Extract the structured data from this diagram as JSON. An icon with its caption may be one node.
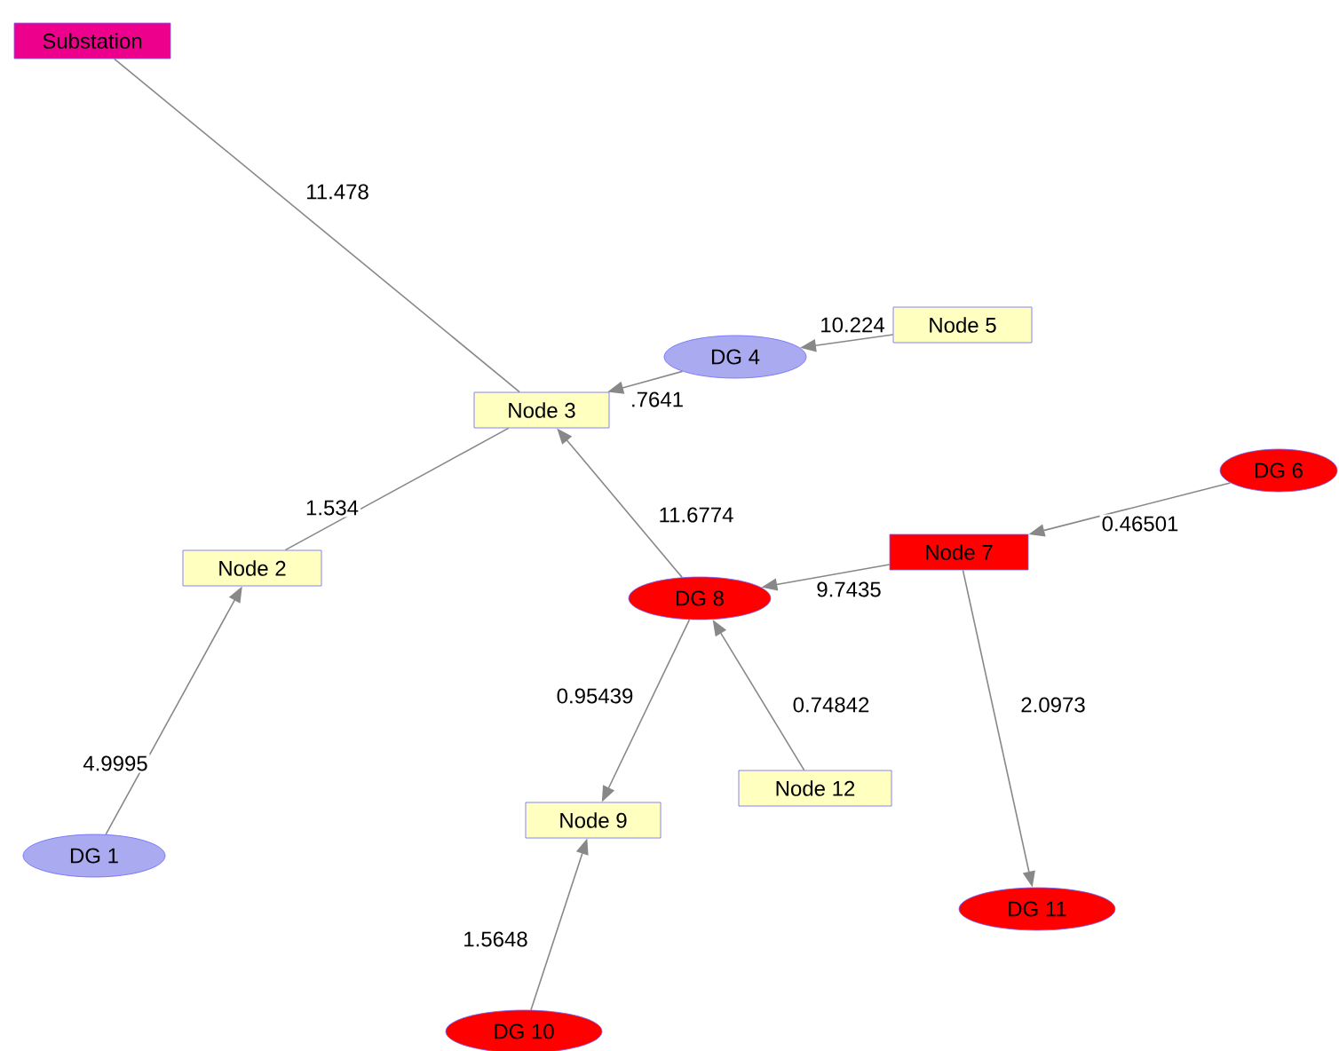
{
  "diagram": {
    "nodes": [
      {
        "text": [
          "Substation"
        ]
      },
      {
        "text": [
          "Node 3"
        ]
      },
      {
        "text": [
          "DG 4"
        ]
      },
      {
        "text": [
          "Node 5"
        ]
      },
      {
        "text": [
          "Node 2"
        ]
      },
      {
        "text": [
          "DG 6"
        ]
      },
      {
        "text": [
          "Node 7"
        ]
      },
      {
        "text": [
          "DG 8"
        ]
      },
      {
        "text": [
          "Node 12"
        ]
      },
      {
        "text": [
          "Node 9"
        ]
      },
      {
        "text": [
          "DG 1"
        ]
      },
      {
        "text": [
          "DG 11"
        ]
      },
      {
        "text": [
          "DG 10"
        ]
      }
    ],
    "edges": [
      {
        "from": 0,
        "to": 1,
        "arrow": "none",
        "label": "11.478"
      },
      {
        "from": 4,
        "to": 1,
        "arrow": "none",
        "label": "1.534"
      },
      {
        "from": 10,
        "to": 4,
        "arrow": "to",
        "label": "4.9995"
      },
      {
        "from": 3,
        "to": 2,
        "arrow": "to",
        "label": "10.224"
      },
      {
        "from": 2,
        "to": 1,
        "arrow": "to",
        "label": ".7641"
      },
      {
        "from": 7,
        "to": 1,
        "arrow": "to",
        "label": "11.6774"
      },
      {
        "from": 5,
        "to": 6,
        "arrow": "to",
        "label": "0.46501"
      },
      {
        "from": 6,
        "to": 7,
        "arrow": "to",
        "label": "9.7435"
      },
      {
        "from": 7,
        "to": 9,
        "arrow": "to",
        "label": "0.95439"
      },
      {
        "from": 8,
        "to": 7,
        "arrow": "to",
        "label": "0.74842"
      },
      {
        "from": 6,
        "to": 11,
        "arrow": "to",
        "label": "2.0973"
      },
      {
        "from": 12,
        "to": 9,
        "arrow": "to",
        "label": "1.5648"
      }
    ]
  }
}
